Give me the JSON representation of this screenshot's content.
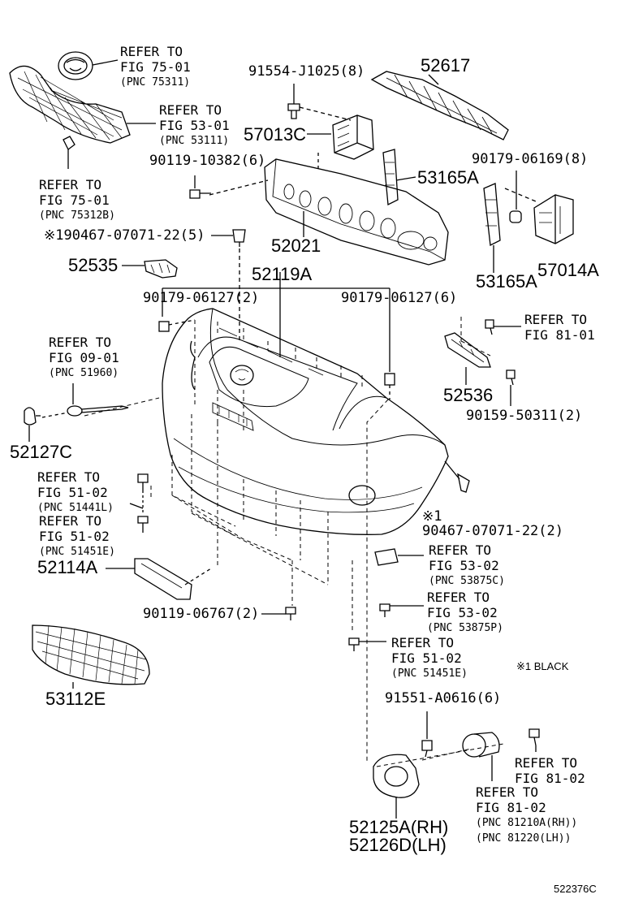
{
  "parts": {
    "p_91554": "91554-J1025(8)",
    "p_52617": "52617",
    "p_57013c": "57013C",
    "p_90119_10382": "90119-10382(6)",
    "p_53165a_top": "53165A",
    "p_90179_06169": "90179-06169(8)",
    "p_90467_top": "※190467-07071-22(5)",
    "p_52021": "52021",
    "p_52535": "52535",
    "p_52119a": "52119A",
    "p_53165a_bottom": "53165A",
    "p_57014a": "57014A",
    "p_90179_06127_left": "90179-06127(2)",
    "p_90179_06127_right": "90179-06127(6)",
    "p_52536": "52536",
    "p_90159": "90159-50311(2)",
    "p_52127c": "52127C",
    "p_90467_bottom_mark": "※1",
    "p_90467_bottom": "90467-07071-22(2)",
    "p_52114a": "52114A",
    "p_90119_06767": "90119-06767(2)",
    "p_53112e": "53112E",
    "p_91551": "91551-A0616(6)",
    "p_52125a": "52125A(RH)",
    "p_52126d": "52126D(LH)"
  },
  "refs": {
    "r1": {
      "a": "REFER TO",
      "b": "FIG 75-01",
      "c": "(PNC 75311)"
    },
    "r2": {
      "a": "REFER TO",
      "b": "FIG 53-01",
      "c": "(PNC 53111)"
    },
    "r3": {
      "a": "REFER TO",
      "b": "FIG 75-01",
      "c": "(PNC 75312B)"
    },
    "r4": {
      "a": "REFER TO",
      "b": "FIG 81-01"
    },
    "r5": {
      "a": "REFER TO",
      "b": "FIG 09-01",
      "c": "(PNC 51960)"
    },
    "r6": {
      "a": "REFER TO",
      "b": "FIG 51-02",
      "c": "(PNC 51441L)"
    },
    "r7": {
      "a": "REFER TO",
      "b": "FIG 51-02",
      "c": "(PNC 51451E)"
    },
    "r8": {
      "a": "REFER TO",
      "b": "FIG 53-02",
      "c": "(PNC 53875C)"
    },
    "r9": {
      "a": "REFER TO",
      "b": "FIG 53-02",
      "c": "(PNC 53875P)"
    },
    "r10": {
      "a": "REFER TO",
      "b": "FIG 51-02",
      "c": "(PNC 51451E)"
    },
    "r11": {
      "a": "REFER TO",
      "b": "FIG 81-02"
    },
    "r12": {
      "a": "REFER TO",
      "b": "FIG 81-02",
      "c": "(PNC 81210A(RH))",
      "d": "(PNC 81220(LH))"
    }
  },
  "note": "※1 BLACK",
  "figure_code": "522376C"
}
